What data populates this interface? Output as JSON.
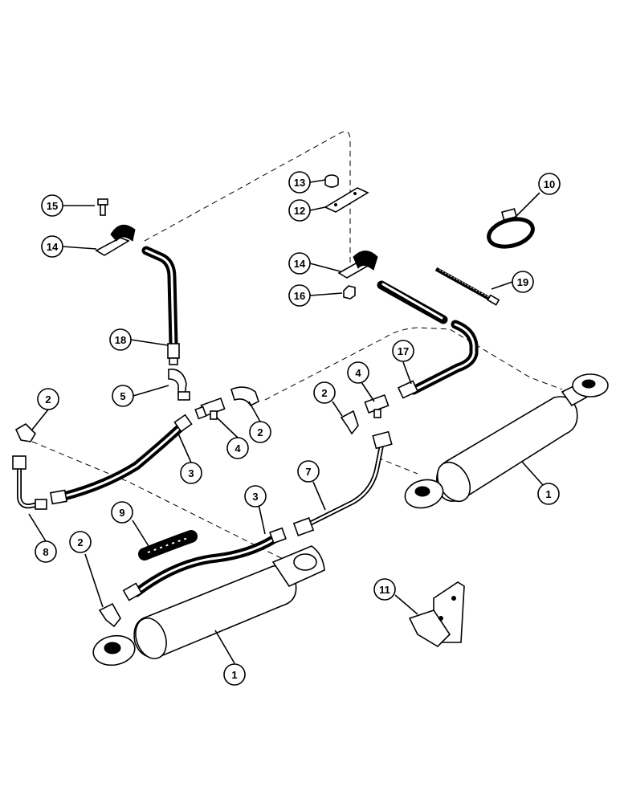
{
  "callouts": [
    {
      "id": "c15a",
      "label": "15"
    },
    {
      "id": "c14a",
      "label": "14"
    },
    {
      "id": "c13",
      "label": "13"
    },
    {
      "id": "c12",
      "label": "12"
    },
    {
      "id": "c10",
      "label": "10"
    },
    {
      "id": "c14b",
      "label": "14"
    },
    {
      "id": "c16",
      "label": "16"
    },
    {
      "id": "c19",
      "label": "19"
    },
    {
      "id": "c18",
      "label": "18"
    },
    {
      "id": "c17",
      "label": "17"
    },
    {
      "id": "c5",
      "label": "5"
    },
    {
      "id": "c4a",
      "label": "4"
    },
    {
      "id": "c2a",
      "label": "2"
    },
    {
      "id": "c2b",
      "label": "2"
    },
    {
      "id": "c4b",
      "label": "4"
    },
    {
      "id": "c2c",
      "label": "2"
    },
    {
      "id": "c3a",
      "label": "3"
    },
    {
      "id": "c7",
      "label": "7"
    },
    {
      "id": "c1a",
      "label": "1"
    },
    {
      "id": "c3b",
      "label": "3"
    },
    {
      "id": "c9",
      "label": "9"
    },
    {
      "id": "c8",
      "label": "8"
    },
    {
      "id": "c2d",
      "label": "2"
    },
    {
      "id": "c11",
      "label": "11"
    },
    {
      "id": "c1b",
      "label": "1"
    }
  ]
}
